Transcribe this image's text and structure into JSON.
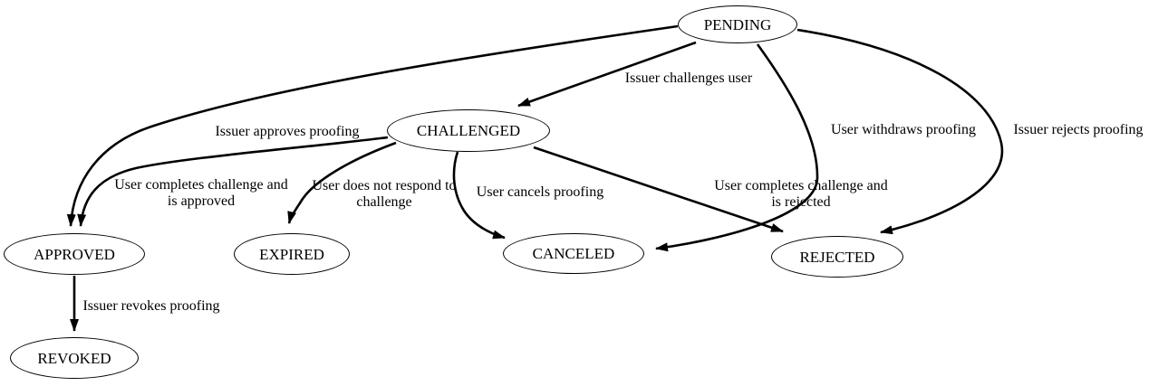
{
  "diagram": {
    "type": "state-transition-graph",
    "colors": {
      "background": "#ffffff",
      "node_fill": "#ffffff",
      "stroke": "#000000",
      "text": "#000000"
    },
    "nodes": [
      {
        "id": "pending",
        "label": "PENDING"
      },
      {
        "id": "challenged",
        "label": "CHALLENGED"
      },
      {
        "id": "approved",
        "label": "APPROVED"
      },
      {
        "id": "expired",
        "label": "EXPIRED"
      },
      {
        "id": "canceled",
        "label": "CANCELED"
      },
      {
        "id": "rejected",
        "label": "REJECTED"
      },
      {
        "id": "revoked",
        "label": "REVOKED"
      }
    ],
    "edges": [
      {
        "from": "PENDING",
        "to": "CHALLENGED",
        "label": "Issuer challenges user"
      },
      {
        "from": "PENDING",
        "to": "APPROVED",
        "label": "Issuer approves proofing"
      },
      {
        "from": "PENDING",
        "to": "CANCELED",
        "label": "User withdraws proofing"
      },
      {
        "from": "PENDING",
        "to": "REJECTED",
        "label": "Issuer rejects proofing"
      },
      {
        "from": "CHALLENGED",
        "to": "APPROVED",
        "label": "User completes challenge and is approved"
      },
      {
        "from": "CHALLENGED",
        "to": "EXPIRED",
        "label": "User does not respond to challenge"
      },
      {
        "from": "CHALLENGED",
        "to": "CANCELED",
        "label": "User cancels proofing"
      },
      {
        "from": "CHALLENGED",
        "to": "REJECTED",
        "label": "User completes challenge and is rejected"
      },
      {
        "from": "APPROVED",
        "to": "REVOKED",
        "label": "Issuer revokes proofing"
      }
    ]
  }
}
